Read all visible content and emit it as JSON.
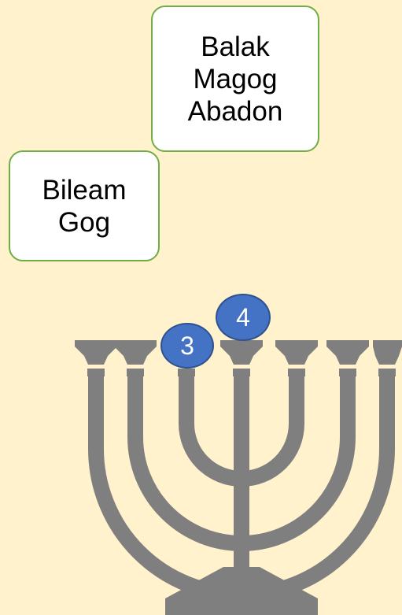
{
  "colors": {
    "background": "#FFF2CC",
    "box_fill": "#FFFFFF",
    "box_border": "#70AD47",
    "menorah": "#7F7F7F",
    "badge_fill": "#4472C4",
    "badge_border": "#2F528F",
    "badge_text": "#FFFFFF"
  },
  "boxes": [
    {
      "lines": [
        "Balak",
        "Magog",
        "Abadon"
      ]
    },
    {
      "lines": [
        "Bileam",
        "Gog"
      ]
    }
  ],
  "badges": [
    {
      "label": "3"
    },
    {
      "label": "4"
    }
  ],
  "menorah": {
    "icon": "menorah-icon",
    "branches": 7
  }
}
